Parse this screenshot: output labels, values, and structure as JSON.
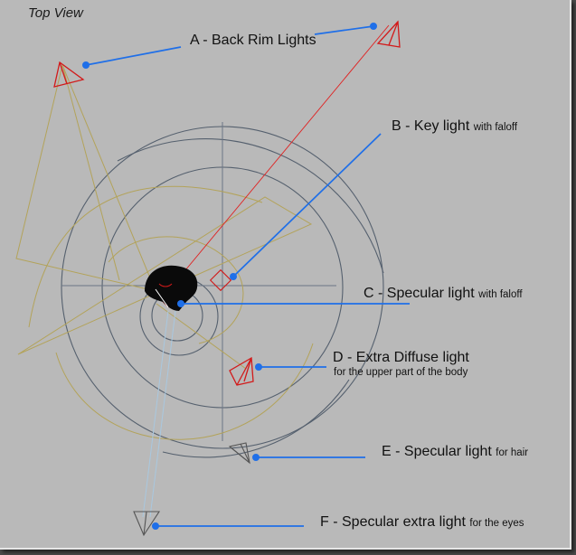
{
  "view": {
    "title": "Top View"
  },
  "colors": {
    "background": "#b9b9b9",
    "guide_circle": "#55606e",
    "crosshair": "#6b7585",
    "light_cone": "#b3a35a",
    "key_beam": "#e02020",
    "eye_beam": "#a9c8e0",
    "light_gizmo_red": "#d21a1a",
    "light_gizmo_grey": "#555555",
    "leader_line": "#1f6fe8"
  },
  "labels": {
    "a": {
      "main": "A - Back Rim Lights",
      "small": ""
    },
    "b": {
      "main": "B - Key light ",
      "small": "with faloff"
    },
    "c": {
      "main": "C - Specular light ",
      "small": "with faloff"
    },
    "d": {
      "main": "D - Extra Diffuse light",
      "small": "",
      "sub": "for the upper part of the body"
    },
    "e": {
      "main": "E - Specular light ",
      "small": "for hair"
    },
    "f": {
      "main": "F - Specular extra light ",
      "small": "for the eyes"
    }
  },
  "icons": {
    "subject": "head-silhouette-icon",
    "spot_light": "spotlight-cone-icon"
  }
}
